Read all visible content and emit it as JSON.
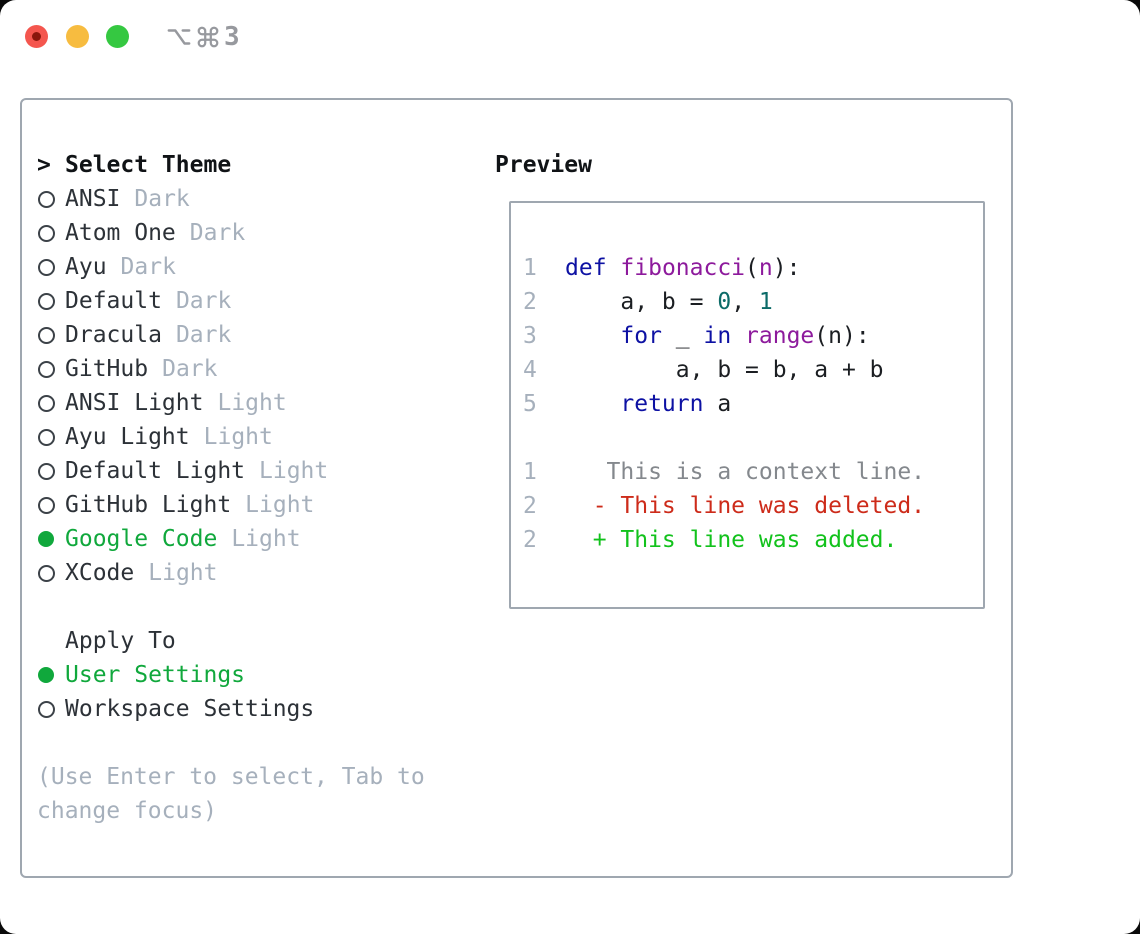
{
  "window": {
    "traffic_lights": [
      "close",
      "minimize",
      "zoom"
    ],
    "shortcut": {
      "option": "⌥",
      "command": "⌘",
      "number": "3"
    }
  },
  "panel": {
    "header": {
      "marker": ">",
      "label": "Select Theme"
    },
    "themes": [
      {
        "name": "ANSI",
        "variant": "Dark",
        "selected": false
      },
      {
        "name": "Atom One",
        "variant": "Dark",
        "selected": false
      },
      {
        "name": "Ayu",
        "variant": "Dark",
        "selected": false
      },
      {
        "name": "Default",
        "variant": "Dark",
        "selected": false
      },
      {
        "name": "Dracula",
        "variant": "Dark",
        "selected": false
      },
      {
        "name": "GitHub",
        "variant": "Dark",
        "selected": false
      },
      {
        "name": "ANSI Light",
        "variant": "Light",
        "selected": false
      },
      {
        "name": "Ayu Light",
        "variant": "Light",
        "selected": false
      },
      {
        "name": "Default Light",
        "variant": "Light",
        "selected": false
      },
      {
        "name": "GitHub Light",
        "variant": "Light",
        "selected": false
      },
      {
        "name": "Google Code",
        "variant": "Light",
        "selected": true
      },
      {
        "name": "XCode",
        "variant": "Light",
        "selected": false
      }
    ],
    "apply_to": {
      "label": "Apply To",
      "options": [
        {
          "name": "User Settings",
          "selected": true
        },
        {
          "name": "Workspace Settings",
          "selected": false
        }
      ]
    },
    "hint": [
      "(Use Enter to select, Tab to",
      "change focus)"
    ]
  },
  "preview": {
    "label": "Preview",
    "lines": [
      {
        "num": "1",
        "tokens": [
          {
            "c": "kwd",
            "t": "def"
          },
          {
            "c": "pln",
            "t": " "
          },
          {
            "c": "typ",
            "t": "fibonacci"
          },
          {
            "c": "pln",
            "t": "("
          },
          {
            "c": "typ",
            "t": "n"
          },
          {
            "c": "pln",
            "t": "):"
          }
        ]
      },
      {
        "num": "2",
        "tokens": [
          {
            "c": "pln",
            "t": "    a, b = "
          },
          {
            "c": "lit",
            "t": "0"
          },
          {
            "c": "pln",
            "t": ", "
          },
          {
            "c": "lit",
            "t": "1"
          }
        ]
      },
      {
        "num": "3",
        "tokens": [
          {
            "c": "pln",
            "t": "    "
          },
          {
            "c": "kwd",
            "t": "for"
          },
          {
            "c": "pln",
            "t": " _ "
          },
          {
            "c": "kwd",
            "t": "in"
          },
          {
            "c": "pln",
            "t": " "
          },
          {
            "c": "typ",
            "t": "range"
          },
          {
            "c": "pln",
            "t": "(n):"
          }
        ]
      },
      {
        "num": "4",
        "tokens": [
          {
            "c": "pln",
            "t": "        a, b = b, a + b"
          }
        ]
      },
      {
        "num": "5",
        "tokens": [
          {
            "c": "pln",
            "t": "    "
          },
          {
            "c": "kwd",
            "t": "return"
          },
          {
            "c": "pln",
            "t": " a"
          }
        ]
      },
      {
        "num": "",
        "tokens": []
      },
      {
        "num": "1",
        "tokens": [
          {
            "c": "ctx",
            "t": "   This is a context line."
          }
        ]
      },
      {
        "num": "2",
        "tokens": [
          {
            "c": "del",
            "t": "  - This line was deleted."
          }
        ]
      },
      {
        "num": "2",
        "tokens": [
          {
            "c": "add",
            "t": "  + This line was added."
          }
        ]
      }
    ]
  },
  "colors": {
    "accent_green": "#10a83c",
    "muted": "#a6b0bc",
    "text_dark": "#2c3137",
    "header_text": "#101316",
    "border": "#9fa7b0",
    "line_number": "#a6b0bc",
    "code_keyword": "#0d11a3",
    "code_type": "#8d1a9c",
    "code_literal": "#0c6b68",
    "code_plain": "#1b1e22",
    "diff_context": "#84888d",
    "diff_deleted": "#cd2b1a",
    "diff_added": "#12c21c",
    "traffic_red": "#f4564e",
    "traffic_red_dot": "#8a170c",
    "traffic_yellow": "#f7bc40",
    "traffic_green": "#35c841",
    "title_gray": "#97999e"
  }
}
